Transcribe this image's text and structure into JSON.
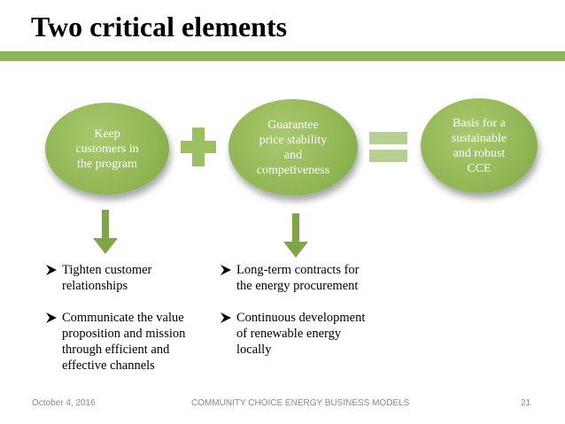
{
  "slide": {
    "title": "Two critical elements"
  },
  "diagram": {
    "circles": [
      {
        "lines": [
          "Keep",
          "customers in",
          "the program"
        ]
      },
      {
        "lines": [
          "Guarantee",
          "price stability",
          "and",
          "competiveness"
        ]
      },
      {
        "lines": [
          "Basis for a",
          "sustainable",
          "and robust",
          "CCE"
        ]
      }
    ],
    "operators": [
      "plus-icon",
      "equals-icon"
    ],
    "accent_color": "#92b755"
  },
  "bullets": {
    "left": [
      {
        "lines": [
          "Tighten customer",
          "relationships"
        ]
      },
      {
        "lines": [
          "Communicate the value",
          "proposition and mission",
          "through efficient and",
          "effective channels"
        ]
      }
    ],
    "right": [
      {
        "lines": [
          "Long-term contracts for",
          "the energy procurement"
        ]
      },
      {
        "lines": [
          "Continuous development",
          "of renewable energy",
          "locally"
        ]
      }
    ]
  },
  "footer": {
    "date": "October 4, 2016",
    "center": "COMMUNITY CHOICE ENERGY BUSINESS MODELS",
    "page": "21"
  }
}
